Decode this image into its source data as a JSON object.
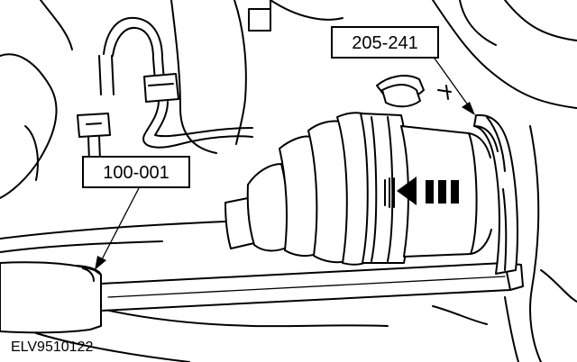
{
  "callouts": {
    "tool_a": "100-001",
    "tool_b": "205-241"
  },
  "figure_ref": "ELV9510122"
}
